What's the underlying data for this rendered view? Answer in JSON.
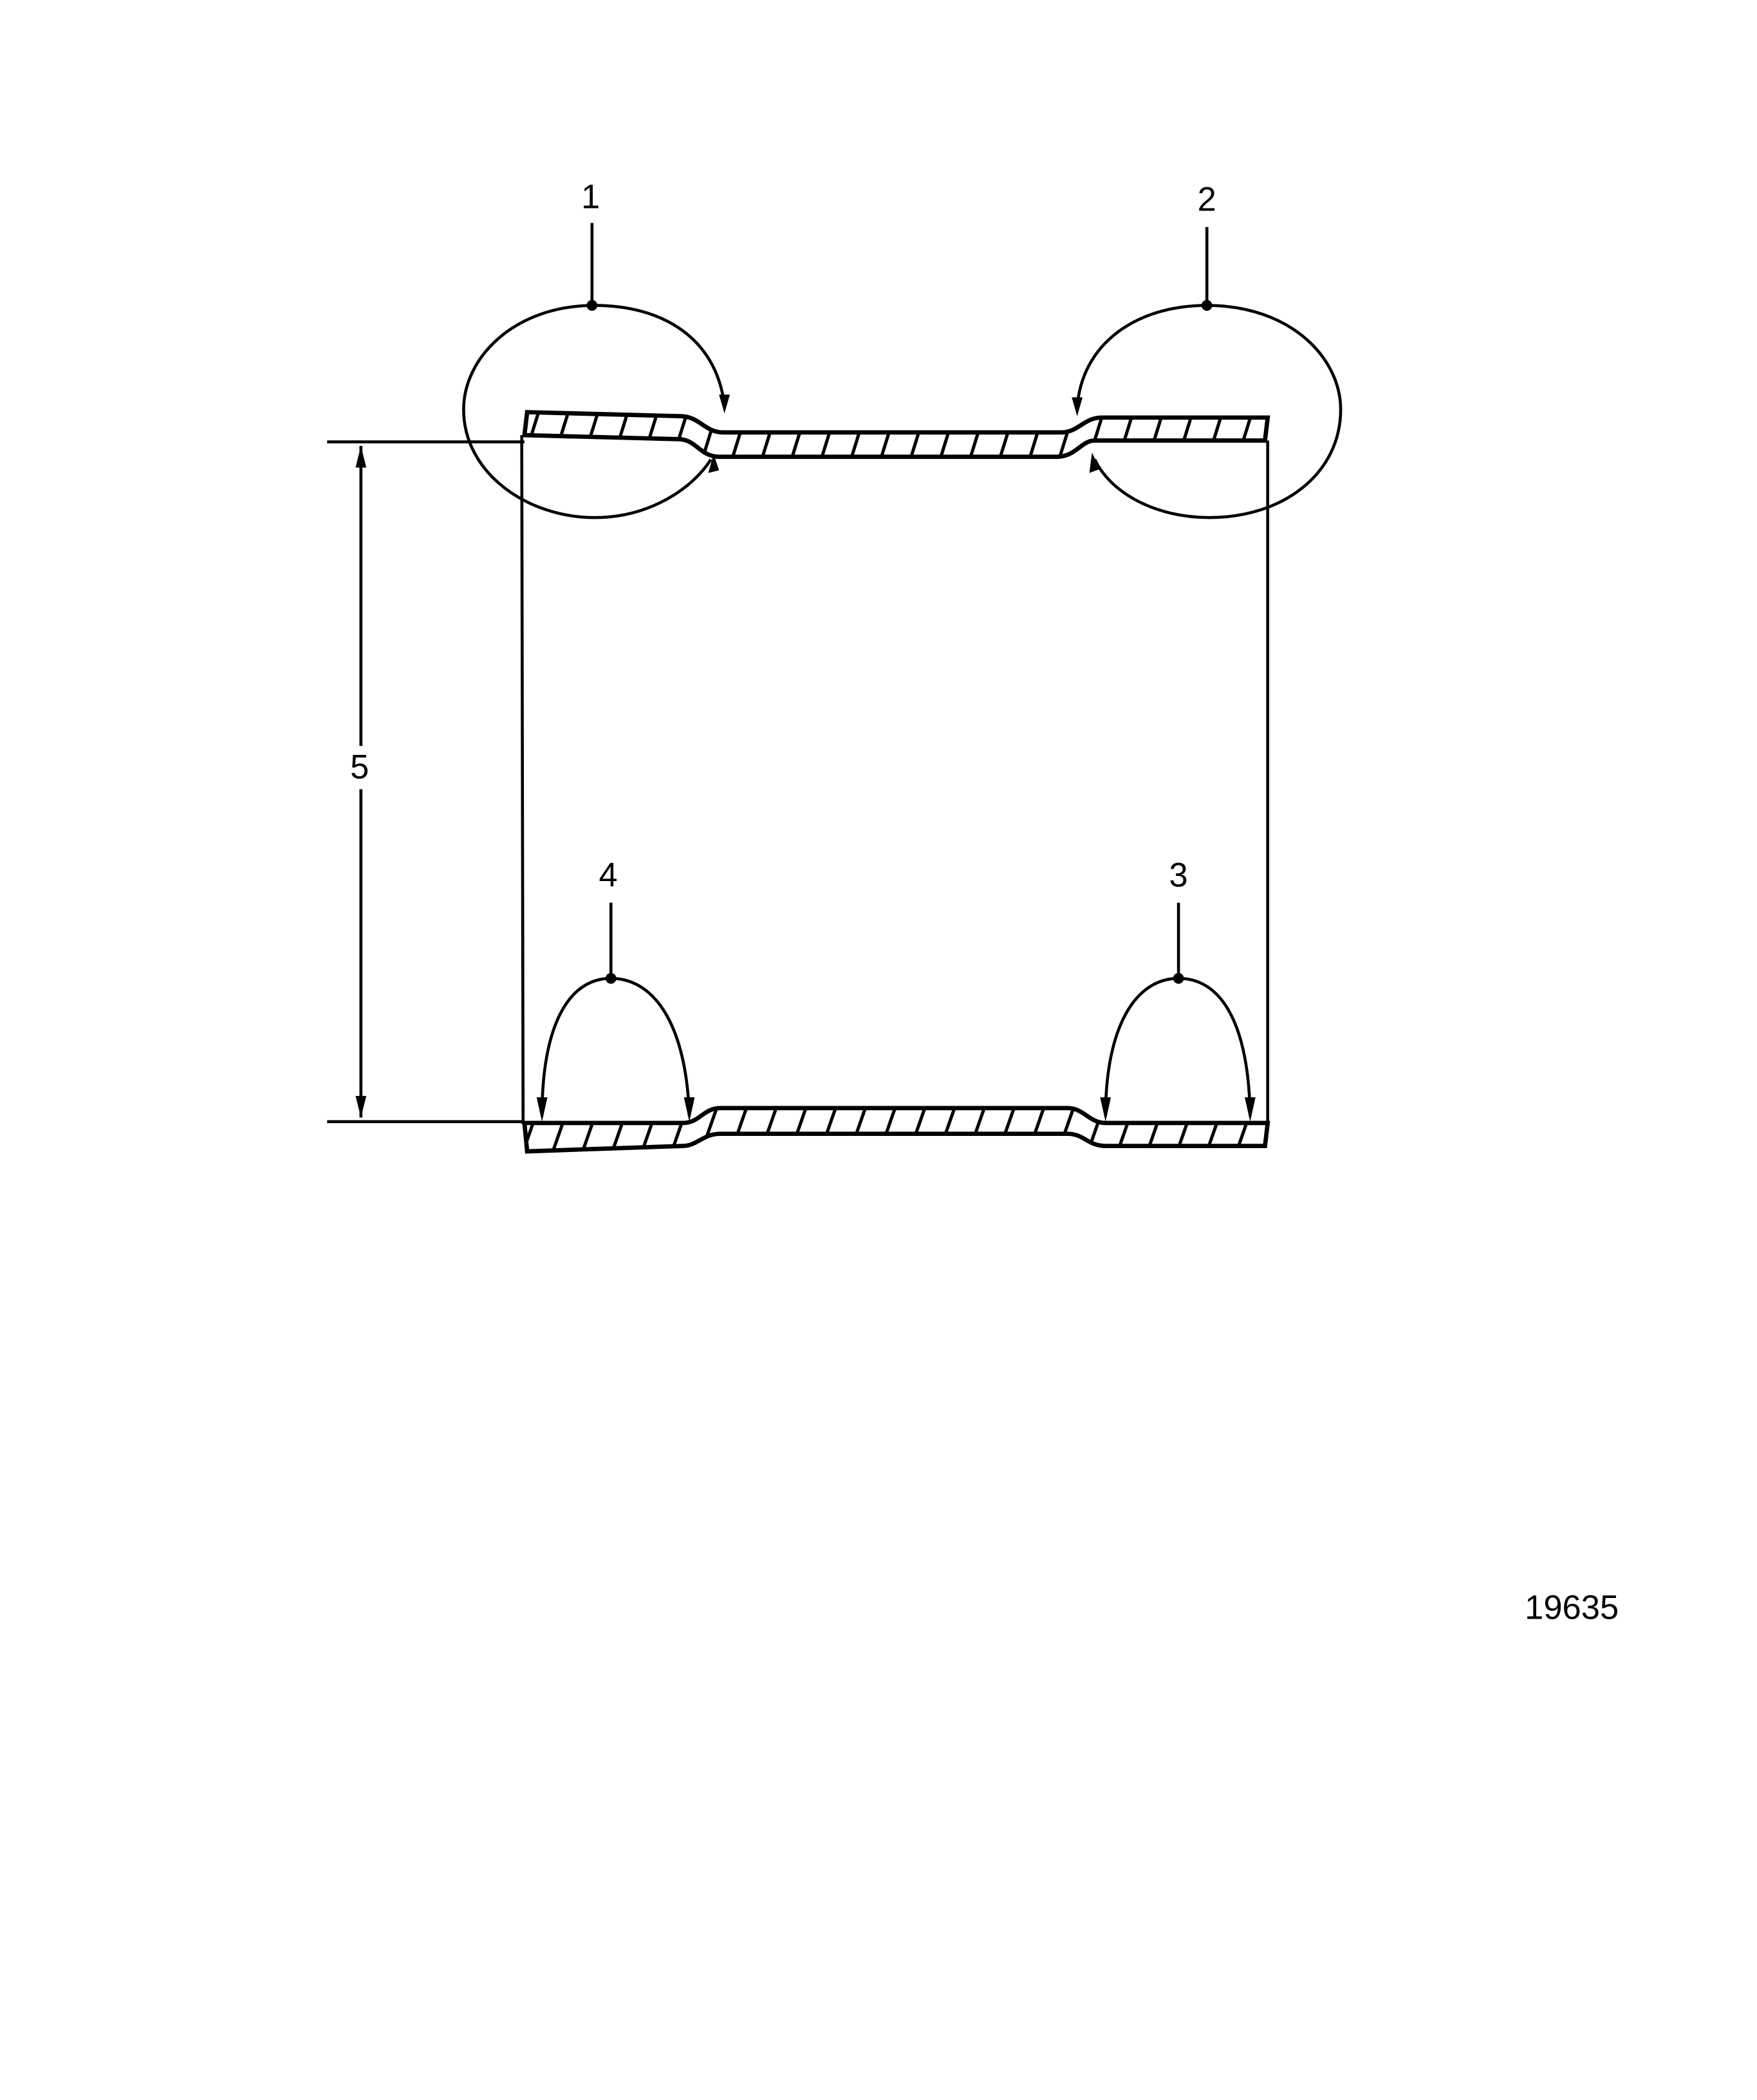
{
  "diagram": {
    "callouts": [
      {
        "id": "1",
        "text": "1",
        "shape": "ellipse"
      },
      {
        "id": "2",
        "text": "2",
        "shape": "ellipse"
      },
      {
        "id": "3",
        "text": "3",
        "shape": "arc-arrows"
      },
      {
        "id": "4",
        "text": "4",
        "shape": "arc-arrows"
      },
      {
        "id": "5",
        "text": "5",
        "shape": "dimension-line"
      }
    ],
    "figure_number": "19635",
    "line_color": "#000000",
    "background": "#ffffff"
  }
}
